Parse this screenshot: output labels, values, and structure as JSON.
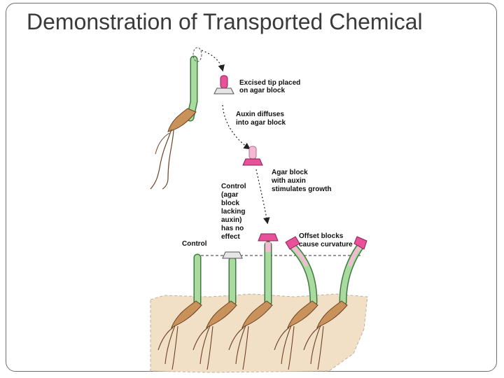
{
  "slide": {
    "title": "Demonstration of Transported Chemical"
  },
  "diagram": {
    "labels": {
      "excised_tip": [
        "Excised tip placed",
        "on agar block"
      ],
      "auxin_diffuses": [
        "Auxin diffuses",
        "into agar block"
      ],
      "agar_block_auxin": [
        "Agar block",
        "with auxin",
        "stimulates growth"
      ],
      "control_agar": [
        "Control",
        "(agar",
        "block",
        "lacking",
        "auxin)",
        "has no",
        "effect"
      ],
      "control": "Control",
      "offset_blocks": [
        "Offset blocks",
        "cause curvature"
      ]
    },
    "colors": {
      "stem": "#a9dba0",
      "stem_outline": "#3f7a3f",
      "agar_auxin": "#e8509a",
      "agar_plain": "#e6e6e6",
      "tip": "#e8509a",
      "root": "#c9925a",
      "soil": "#f1dfc6"
    }
  }
}
